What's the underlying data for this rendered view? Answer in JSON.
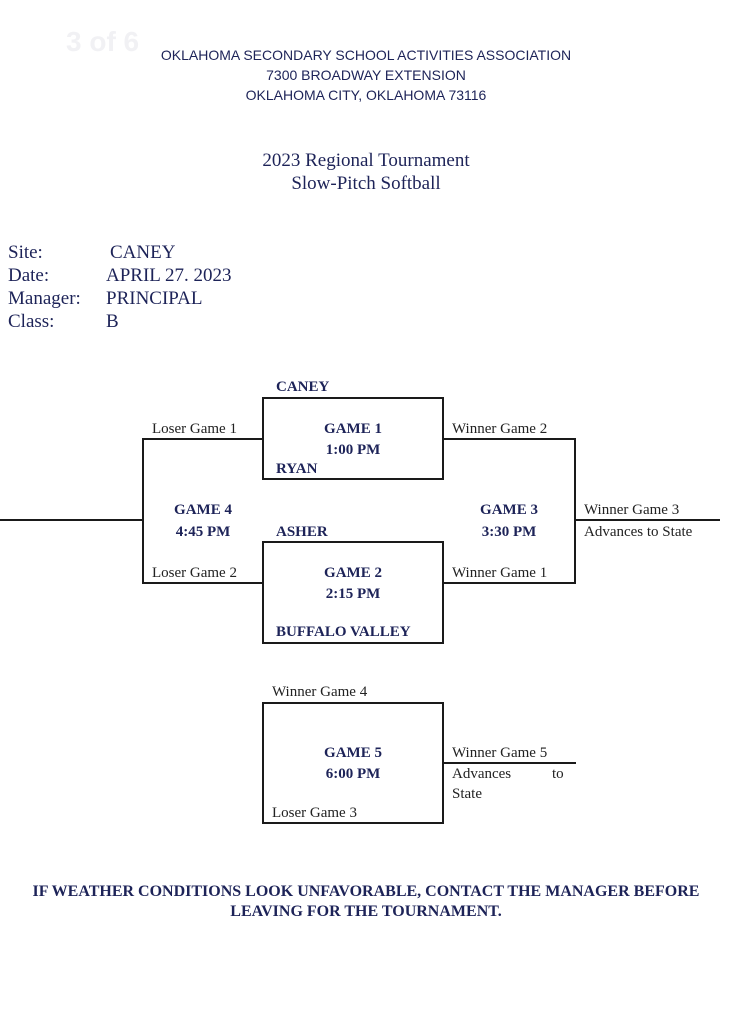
{
  "watermark": "3 of 6",
  "header": {
    "org": "OKLAHOMA SECONDARY SCHOOL ACTIVITIES ASSOCIATION",
    "address": "7300 BROADWAY EXTENSION",
    "city": "OKLAHOMA CITY, OKLAHOMA 73116"
  },
  "title": {
    "line1": "2023 Regional Tournament",
    "line2": "Slow-Pitch Softball"
  },
  "info": [
    {
      "label": "Site:",
      "value": "CANEY"
    },
    {
      "label": "Date:",
      "value": "APRIL 27. 2023"
    },
    {
      "label": "Manager:",
      "value": "PRINCIPAL"
    },
    {
      "label": "Class:",
      "value": "B"
    }
  ],
  "bracket": {
    "game1": {
      "title": "GAME 1",
      "time": "1:00 PM",
      "team_top": "CANEY",
      "team_bottom": "RYAN"
    },
    "game2": {
      "title": "GAME 2",
      "time": "2:15 PM",
      "team_top": "ASHER",
      "team_bottom": "BUFFALO VALLEY"
    },
    "game3": {
      "title": "GAME 3",
      "time": "3:30 PM"
    },
    "game4": {
      "title": "GAME 4",
      "time": "4:45 PM"
    },
    "game5": {
      "title": "GAME 5",
      "time": "6:00 PM"
    },
    "labels": {
      "loser_game1": "Loser Game 1",
      "loser_game2": "Loser Game 2",
      "winner_game2": "Winner Game 2",
      "winner_game1": "Winner Game 1",
      "winner_game3": "Winner Game 3",
      "advances_state": "Advances to State",
      "winner_game4": "Winner Game 4",
      "loser_game3": "Loser Game 3",
      "winner_game5": "Winner Game 5",
      "advances": "Advances",
      "to": "to",
      "state": "State"
    }
  },
  "footer": {
    "line1": "IF WEATHER CONDITIONS LOOK UNFAVORABLE, CONTACT THE MANAGER BEFORE",
    "line2": "LEAVING FOR THE TOURNAMENT."
  }
}
